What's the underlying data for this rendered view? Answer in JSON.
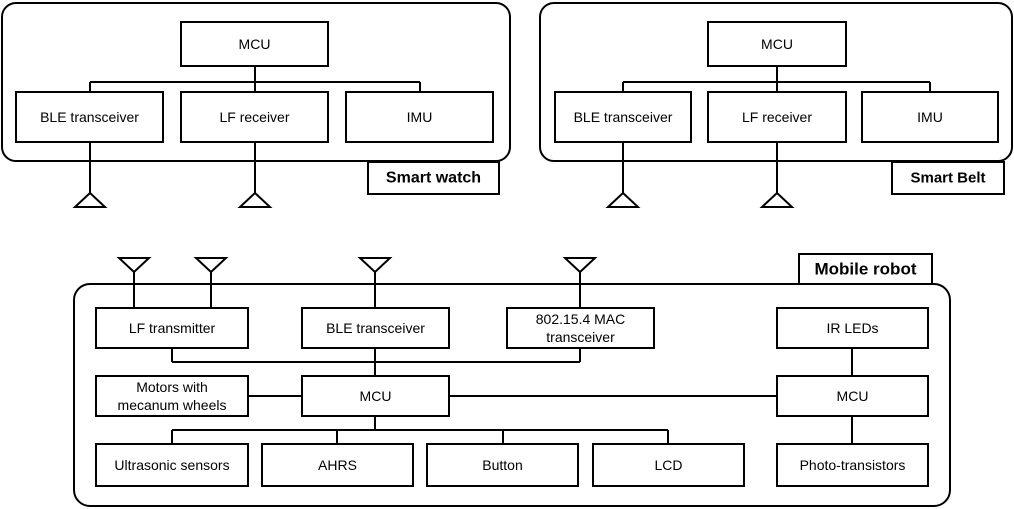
{
  "smart_watch": {
    "label": "Smart watch",
    "mcu": "MCU",
    "ble": "BLE transceiver",
    "lf_receiver": "LF receiver",
    "imu": "IMU"
  },
  "smart_belt": {
    "label": "Smart Belt",
    "mcu": "MCU",
    "ble": "BLE transceiver",
    "lf_receiver": "LF receiver",
    "imu": "IMU"
  },
  "mobile_robot": {
    "label": "Mobile robot",
    "lf_transmitter": "LF transmitter",
    "ble": "BLE transceiver",
    "mac_line1": "802.15.4 MAC",
    "mac_line2": "transceiver",
    "ir_leds": "IR LEDs",
    "motors_line1": "Motors with",
    "motors_line2": "mecanum wheels",
    "mcu_main": "MCU",
    "mcu_secondary": "MCU",
    "ultrasonic": "Ultrasonic sensors",
    "ahrs": "AHRS",
    "button": "Button",
    "lcd": "LCD",
    "photo_transistors": "Photo-transistors"
  }
}
